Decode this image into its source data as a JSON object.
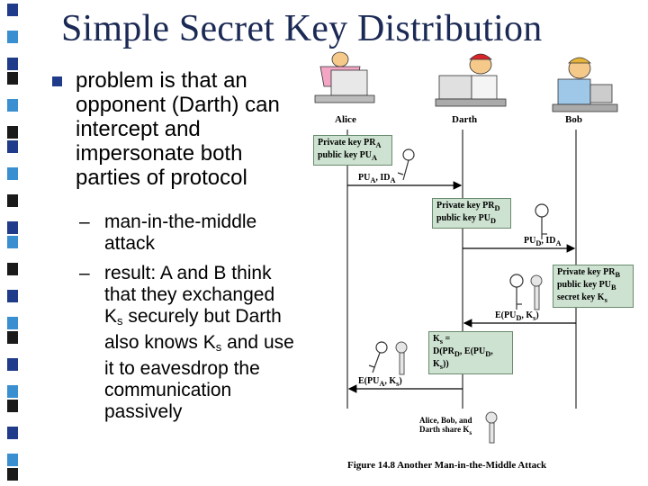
{
  "slide": {
    "title": "Simple Secret Key Distribution",
    "bullet": "problem is that an opponent (Darth) can intercept and impersonate both parties of protocol",
    "sub1_dash": "–",
    "sub1": "man-in-the-middle attack",
    "sub2_dash": "–",
    "sub2_a": "result: A and B think that they exchanged K",
    "sub2_s1": "s",
    "sub2_b": " securely but Darth also knows K",
    "sub2_s2": "s",
    "sub2_c": " and use it to eavesdrop the communication passively"
  },
  "figure": {
    "parties": {
      "alice": "Alice",
      "darth": "Darth",
      "bob": "Bob"
    },
    "alice_box": {
      "line1": "Private key PR",
      "sub1": "A",
      "line2": "public key PU",
      "sub2": "A"
    },
    "darth_box": {
      "line1": "Private key PR",
      "sub1": "D",
      "line2": "public key PU",
      "sub2": "D"
    },
    "bob_box": {
      "line1": "Private key PR",
      "sub1": "B",
      "line2": "public key PU",
      "sub2": "B",
      "line3": "secret key K",
      "sub3": "s"
    },
    "darth_ks_box": {
      "line1": "K",
      "sub1": "s",
      "line1b": " =",
      "line2": "D(PR",
      "sub2": "D",
      "line2b": ", E(PU",
      "sub2b": "D",
      "line2c": ", K",
      "sub2c": "s",
      "line2d": "))"
    },
    "msg1": {
      "a": "PU",
      "s1": "A",
      "b": ", ID",
      "s2": "A"
    },
    "msg2": {
      "a": "PU",
      "s1": "D",
      "b": ", ID",
      "s2": "A"
    },
    "msg3": {
      "a": "E(PU",
      "s1": "D",
      "b": ", K",
      "s2": "s",
      "c": ")"
    },
    "msg4": {
      "a": "E(PU",
      "s1": "A",
      "b": ", K",
      "s2": "s",
      "c": ")"
    },
    "share_line1": "Alice, Bob, and",
    "share_line2": "Darth share K",
    "share_sub": "s",
    "caption": "Figure 14.8  Another Man-in-the-Middle Attack"
  }
}
